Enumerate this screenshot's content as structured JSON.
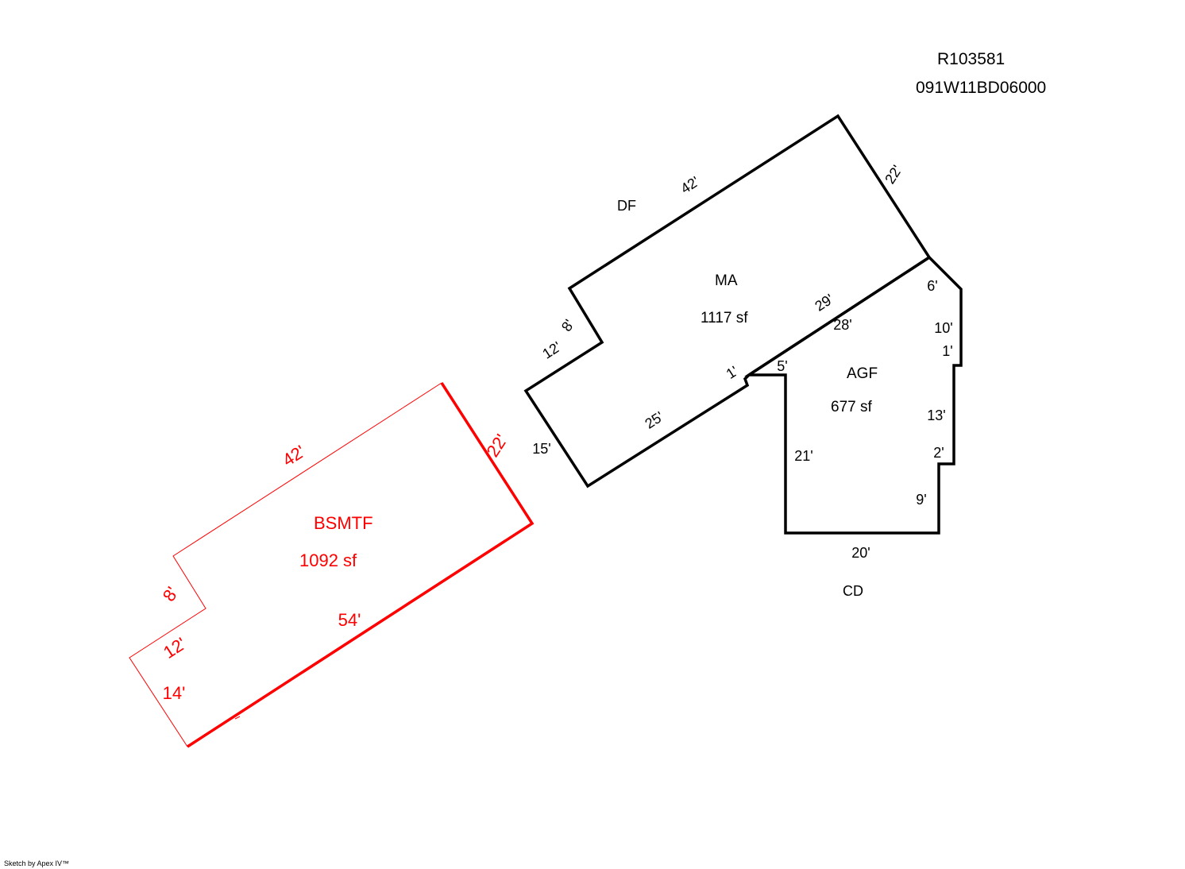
{
  "header": {
    "record_id": "R103581",
    "parcel_number": "091W11BD06000"
  },
  "labels": {
    "df": "DF",
    "cd": "CD"
  },
  "ma": {
    "name": "MA",
    "area": "1117 sf",
    "dims": {
      "top": "42'",
      "right": "22'",
      "inner_ne": "29'",
      "step_short": "1'",
      "bottom": "25'",
      "left": "15'",
      "notch_left": "12'",
      "notch_right": "8'"
    }
  },
  "agf": {
    "name": "AGF",
    "area": "677 sf",
    "dims": {
      "top": "28'",
      "diag": "6'",
      "right_upper": "10'",
      "jog1": "1'",
      "right_mid": "13'",
      "jog2": "2'",
      "right_lower": "9'",
      "bottom": "20'",
      "left": "21'",
      "top_short": "5'"
    }
  },
  "bsmtf": {
    "name": "BSMTF",
    "area": "1092 sf",
    "dims": {
      "top": "42'",
      "right": "22'",
      "bottom": "54'",
      "notch_right": "8'",
      "notch_left": "12'",
      "left": "14'"
    }
  },
  "colors": {
    "main_line": "#000000",
    "basement_line": "#ff0000"
  },
  "footer": {
    "credit": "Sketch by Apex IV™"
  }
}
